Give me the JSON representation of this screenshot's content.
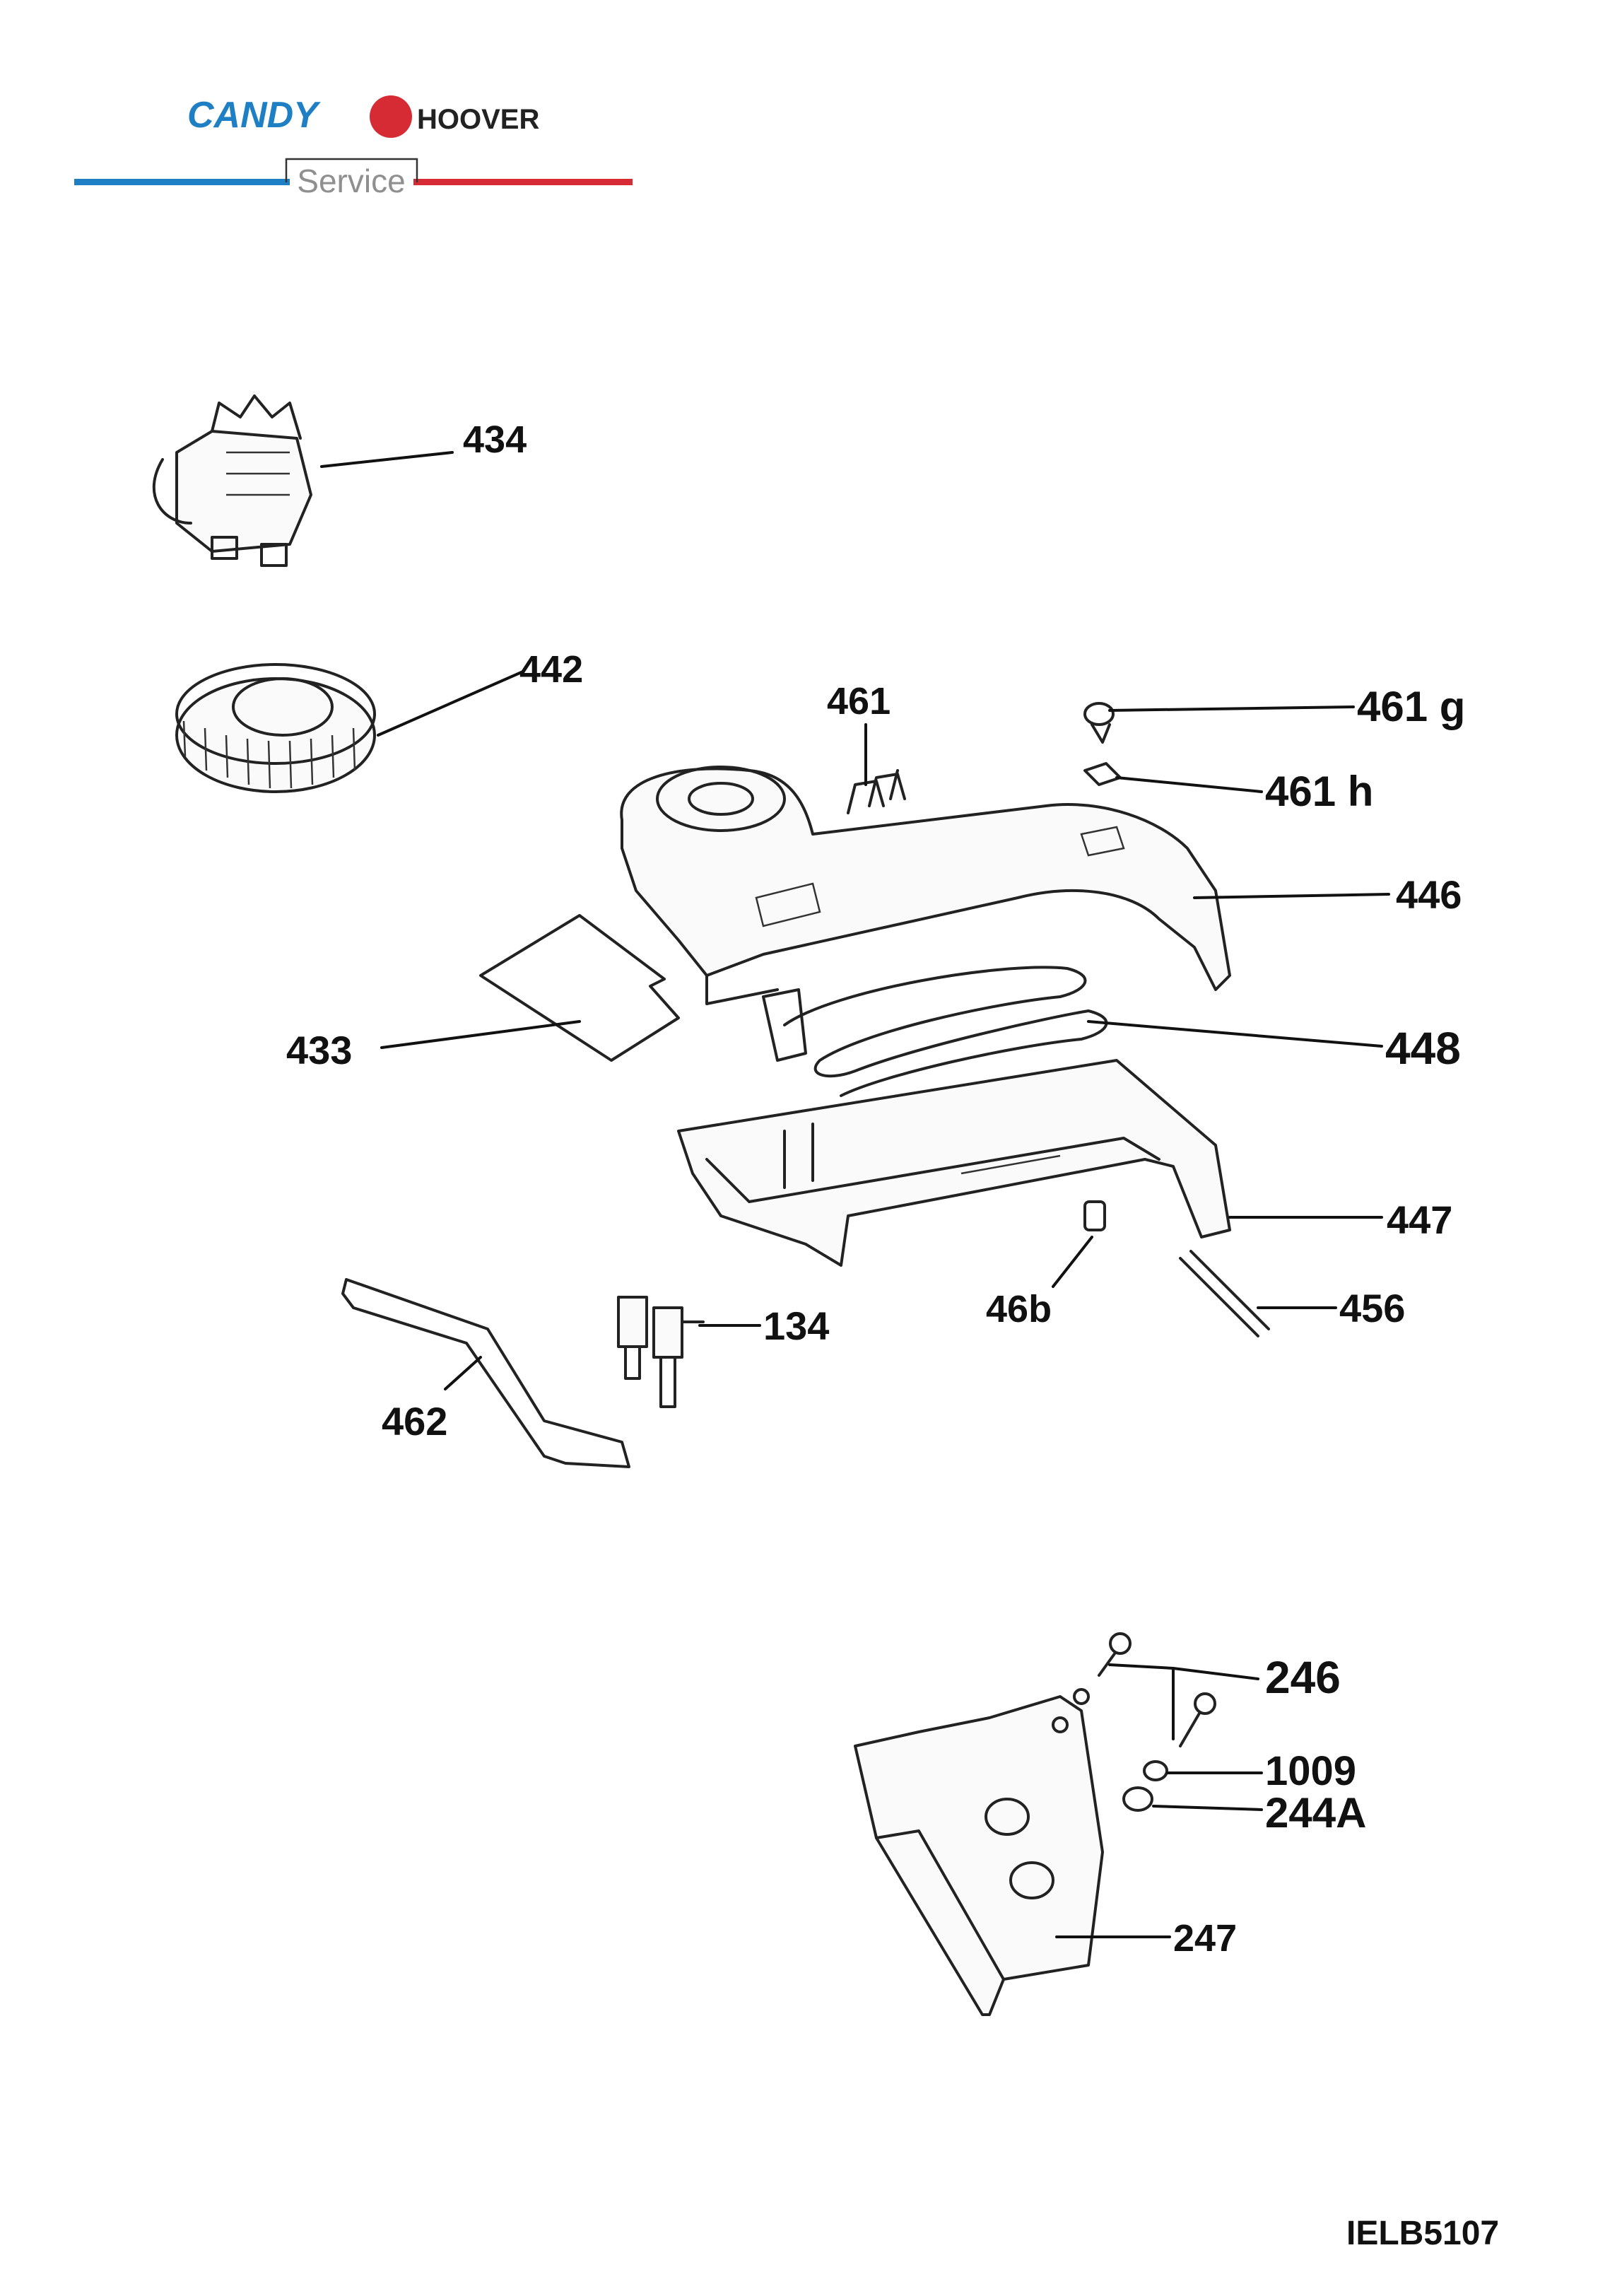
{
  "brand": {
    "candy": "CANDY",
    "hoover": "HOOVER",
    "service": "Service",
    "colors": {
      "candy_blue": "#1f7fc4",
      "hoover_red": "#d62b35",
      "service_gray": "#8f8f8f"
    }
  },
  "parts": [
    {
      "id": "434"
    },
    {
      "id": "442"
    },
    {
      "id": "461"
    },
    {
      "id": "461 g"
    },
    {
      "id": "461 h"
    },
    {
      "id": "446"
    },
    {
      "id": "433"
    },
    {
      "id": "448"
    },
    {
      "id": "447"
    },
    {
      "id": "46b"
    },
    {
      "id": "456"
    },
    {
      "id": "134"
    },
    {
      "id": "462"
    },
    {
      "id": "246"
    },
    {
      "id": "1009"
    },
    {
      "id": "244A"
    },
    {
      "id": "247"
    }
  ],
  "footer": {
    "code": "IELB5107"
  }
}
